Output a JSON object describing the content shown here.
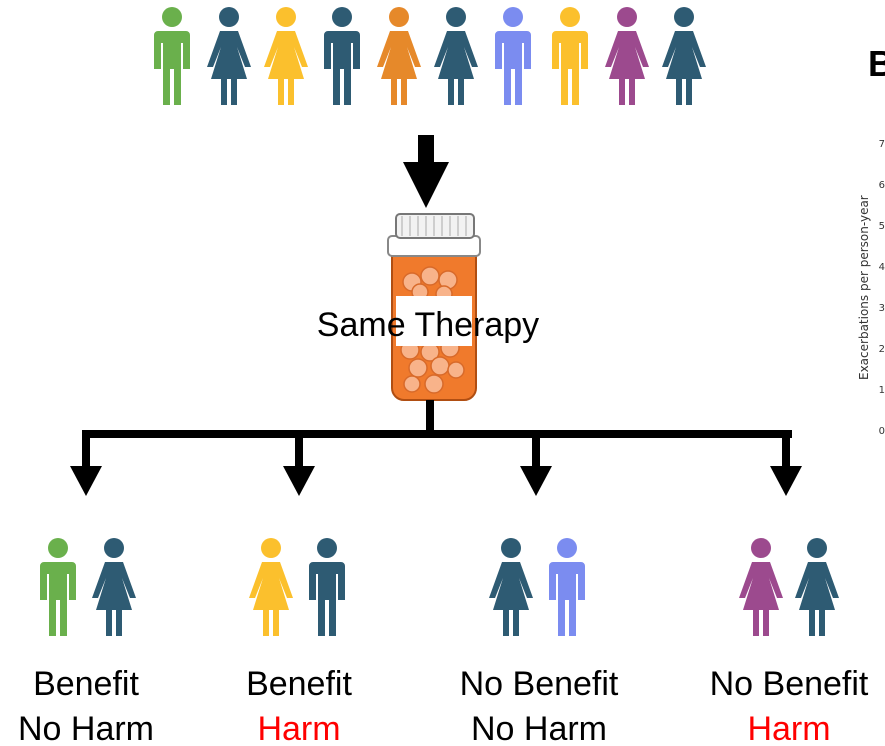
{
  "colors": {
    "green": "#6ab04c",
    "navy": "#2e5b73",
    "yellow": "#fbc02d",
    "orange": "#e6892a",
    "blue": "#7b8cf0",
    "purple": "#9c4a8e",
    "harm_red": "#ff0000",
    "pill_orange": "#f07a2c",
    "arrow": "#000000"
  },
  "population": [
    {
      "figure": "man-icon",
      "color": "green"
    },
    {
      "figure": "woman-icon",
      "color": "navy"
    },
    {
      "figure": "woman-icon",
      "color": "yellow"
    },
    {
      "figure": "man-icon",
      "color": "navy"
    },
    {
      "figure": "woman-icon",
      "color": "orange"
    },
    {
      "figure": "woman-icon",
      "color": "navy"
    },
    {
      "figure": "man-icon",
      "color": "blue"
    },
    {
      "figure": "man-icon",
      "color": "yellow"
    },
    {
      "figure": "woman-icon",
      "color": "purple"
    },
    {
      "figure": "woman-icon",
      "color": "navy"
    }
  ],
  "therapy": {
    "label": "Same Therapy",
    "icon": "pill-bottle-icon"
  },
  "groups": [
    {
      "people": [
        {
          "figure": "man-icon",
          "color": "green"
        },
        {
          "figure": "woman-icon",
          "color": "navy"
        }
      ],
      "line1": "Benefit",
      "line2": "No Harm",
      "line2_color": "#000000"
    },
    {
      "people": [
        {
          "figure": "woman-icon",
          "color": "yellow"
        },
        {
          "figure": "man-icon",
          "color": "navy"
        }
      ],
      "line1": "Benefit",
      "line2": "Harm",
      "line2_color": "#ff0000"
    },
    {
      "people": [
        {
          "figure": "woman-icon",
          "color": "navy"
        },
        {
          "figure": "man-icon",
          "color": "blue"
        }
      ],
      "line1": "No Benefit",
      "line2": "No Harm",
      "line2_color": "#000000"
    },
    {
      "people": [
        {
          "figure": "woman-icon",
          "color": "purple"
        },
        {
          "figure": "woman-icon",
          "color": "navy"
        }
      ],
      "line1": "No Benefit",
      "line2": "Harm",
      "line2_color": "#ff0000"
    }
  ],
  "side_chart": {
    "heading": "B",
    "ylabel": "Exacerbations per person-year",
    "ticks": [
      "7",
      "6",
      "5",
      "4",
      "3",
      "2",
      "1",
      "0"
    ]
  }
}
